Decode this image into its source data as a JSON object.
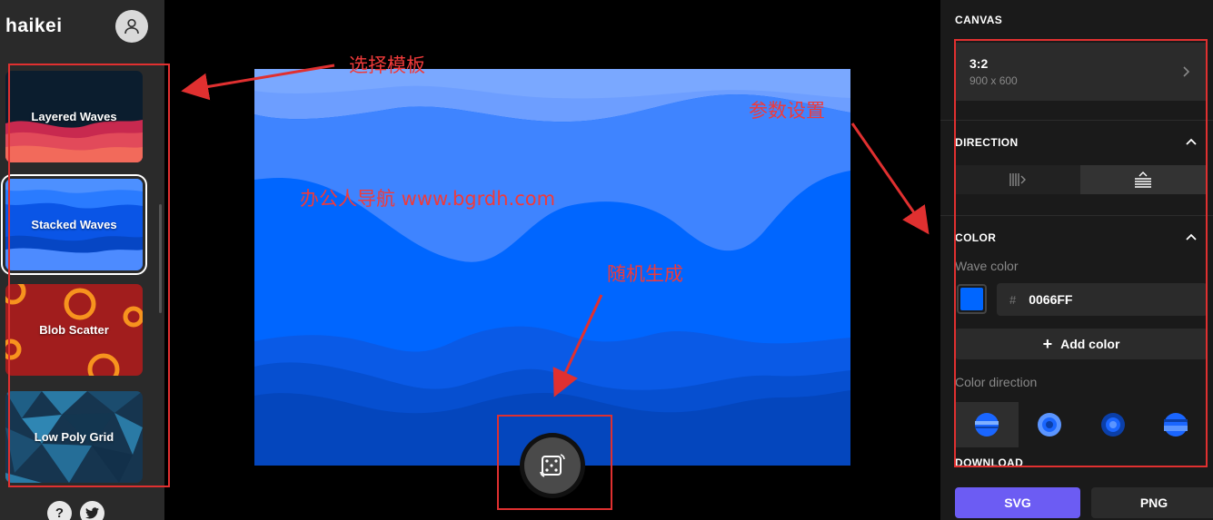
{
  "app": {
    "logo": "haikei"
  },
  "templates": [
    {
      "label": "Layered Waves"
    },
    {
      "label": "Stacked Waves"
    },
    {
      "label": "Blob Scatter"
    },
    {
      "label": "Low Poly Grid"
    }
  ],
  "footer": {
    "help_glyph": "?"
  },
  "panel": {
    "canvas_title": "CANVAS",
    "canvas_ratio": "3:2",
    "canvas_dims": "900 x 600",
    "direction_title": "DIRECTION",
    "color_title": "COLOR",
    "wave_color_label": "Wave color",
    "hash": "#",
    "wave_color_value": "0066FF",
    "add_color_label": "Add color",
    "color_direction_label": "Color direction",
    "download_title": "DOWNLOAD",
    "svg_label": "SVG",
    "png_label": "PNG"
  },
  "colors": {
    "accent": "#6C5CF3",
    "wave": "#0066FF",
    "annotation": "#E03030"
  },
  "annotations": {
    "select_template": "选择模板",
    "params": "参数设置",
    "watermark": "办公人导航 www.bgrdh.com",
    "random": "随机生成"
  },
  "icons": {
    "avatar": "user-icon",
    "help": "help-icon",
    "twitter": "twitter-icon",
    "dice": "dice-icon",
    "chevron": "chevron-right-icon",
    "collapse": "chevron-up-icon"
  }
}
